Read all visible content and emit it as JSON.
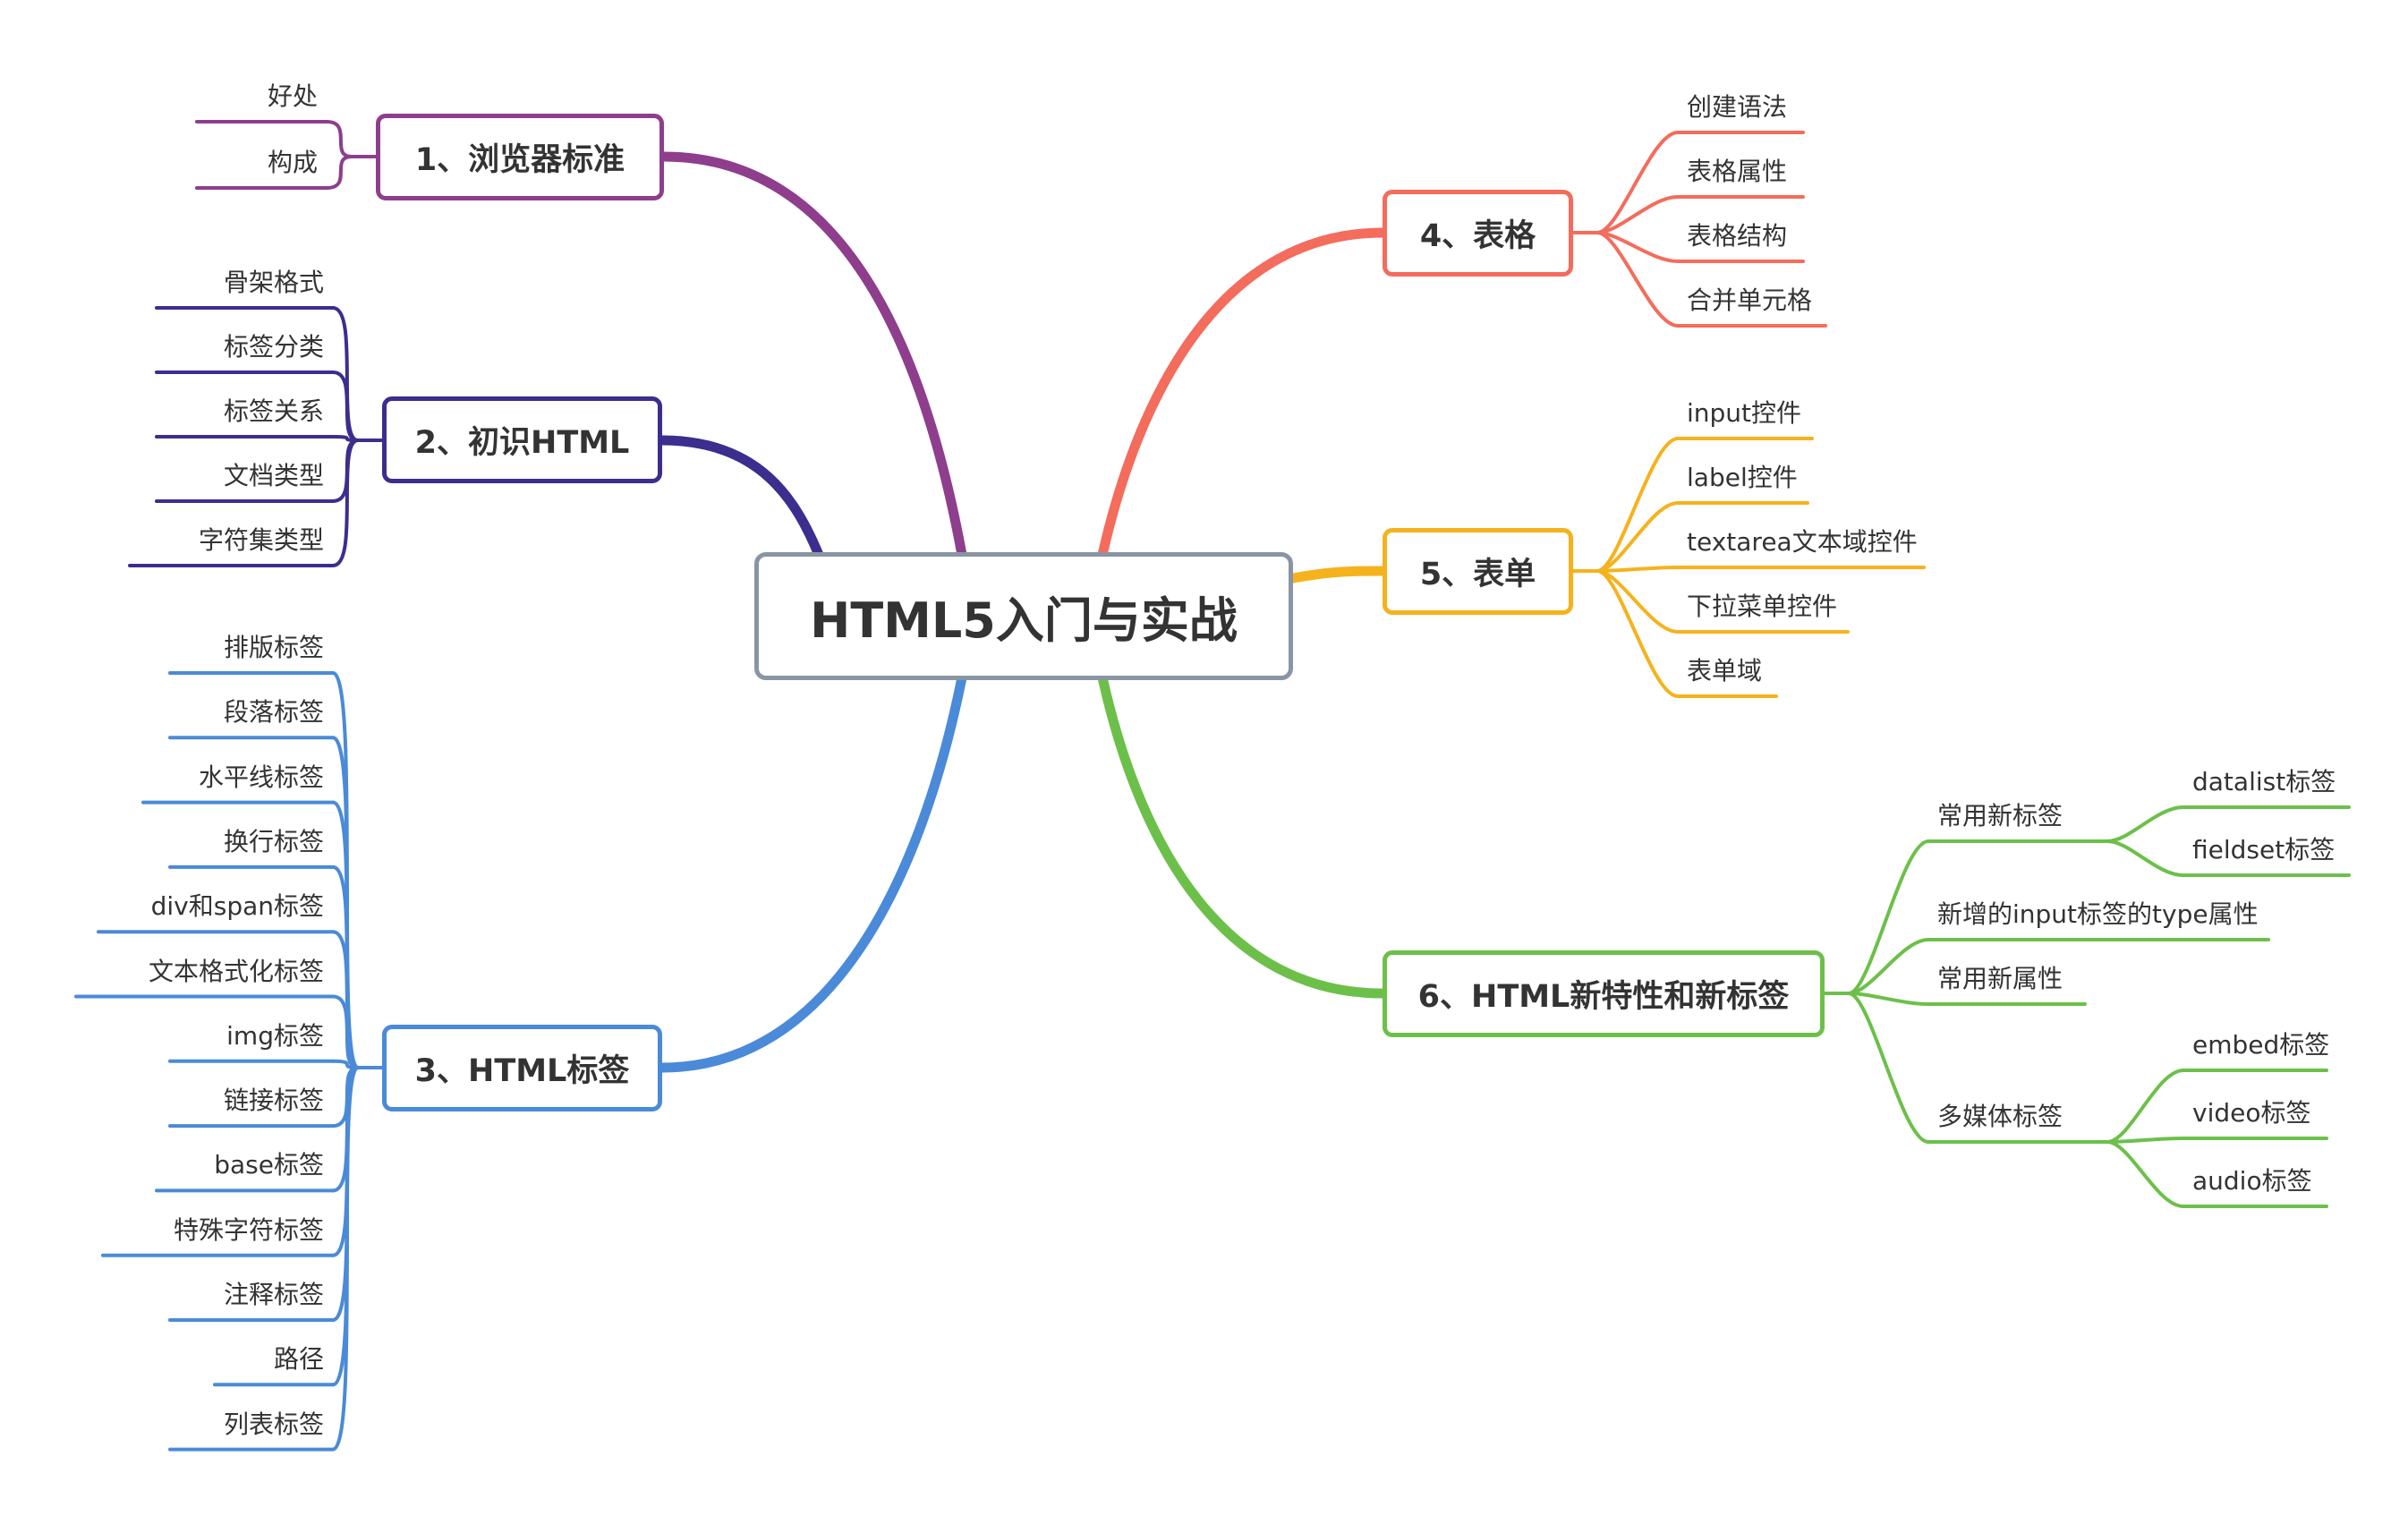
{
  "root": {
    "label": "HTML5入门与实战"
  },
  "branches": [
    {
      "id": "b1",
      "label": "1、浏览器标准",
      "color": "#8e3e8c",
      "children": [
        "好处",
        "构成"
      ]
    },
    {
      "id": "b2",
      "label": "2、初识HTML",
      "color": "#3b2e8e",
      "children": [
        "骨架格式",
        "标签分类",
        "标签关系",
        "文档类型",
        "字符集类型"
      ]
    },
    {
      "id": "b3",
      "label": "3、HTML标签",
      "color": "#4a8ad8",
      "children": [
        "排版标签",
        "段落标签",
        "水平线标签",
        "换行标签",
        "div和span标签",
        "文本格式化标签",
        "img标签",
        "链接标签",
        "base标签",
        "特殊字符标签",
        "注释标签",
        "路径",
        "列表标签"
      ]
    },
    {
      "id": "b4",
      "label": "4、表格",
      "color": "#f36c5c",
      "children": [
        "创建语法",
        "表格属性",
        "表格结构",
        "合并单元格"
      ]
    },
    {
      "id": "b5",
      "label": "5、表单",
      "color": "#f6b21d",
      "children": [
        "input控件",
        "label控件",
        "textarea文本域控件",
        "下拉菜单控件",
        "表单域"
      ]
    },
    {
      "id": "b6",
      "label": "6、HTML新特性和新标签",
      "color": "#6cc04a",
      "children": [
        {
          "label": "常用新标签",
          "children": [
            "datalist标签",
            "fieldset标签"
          ]
        },
        {
          "label": "新增的input标签的type属性",
          "children": []
        },
        {
          "label": "常用新属性",
          "children": []
        },
        {
          "label": "多媒体标签",
          "children": [
            "embed标签",
            "video标签",
            "audio标签"
          ]
        }
      ]
    }
  ]
}
